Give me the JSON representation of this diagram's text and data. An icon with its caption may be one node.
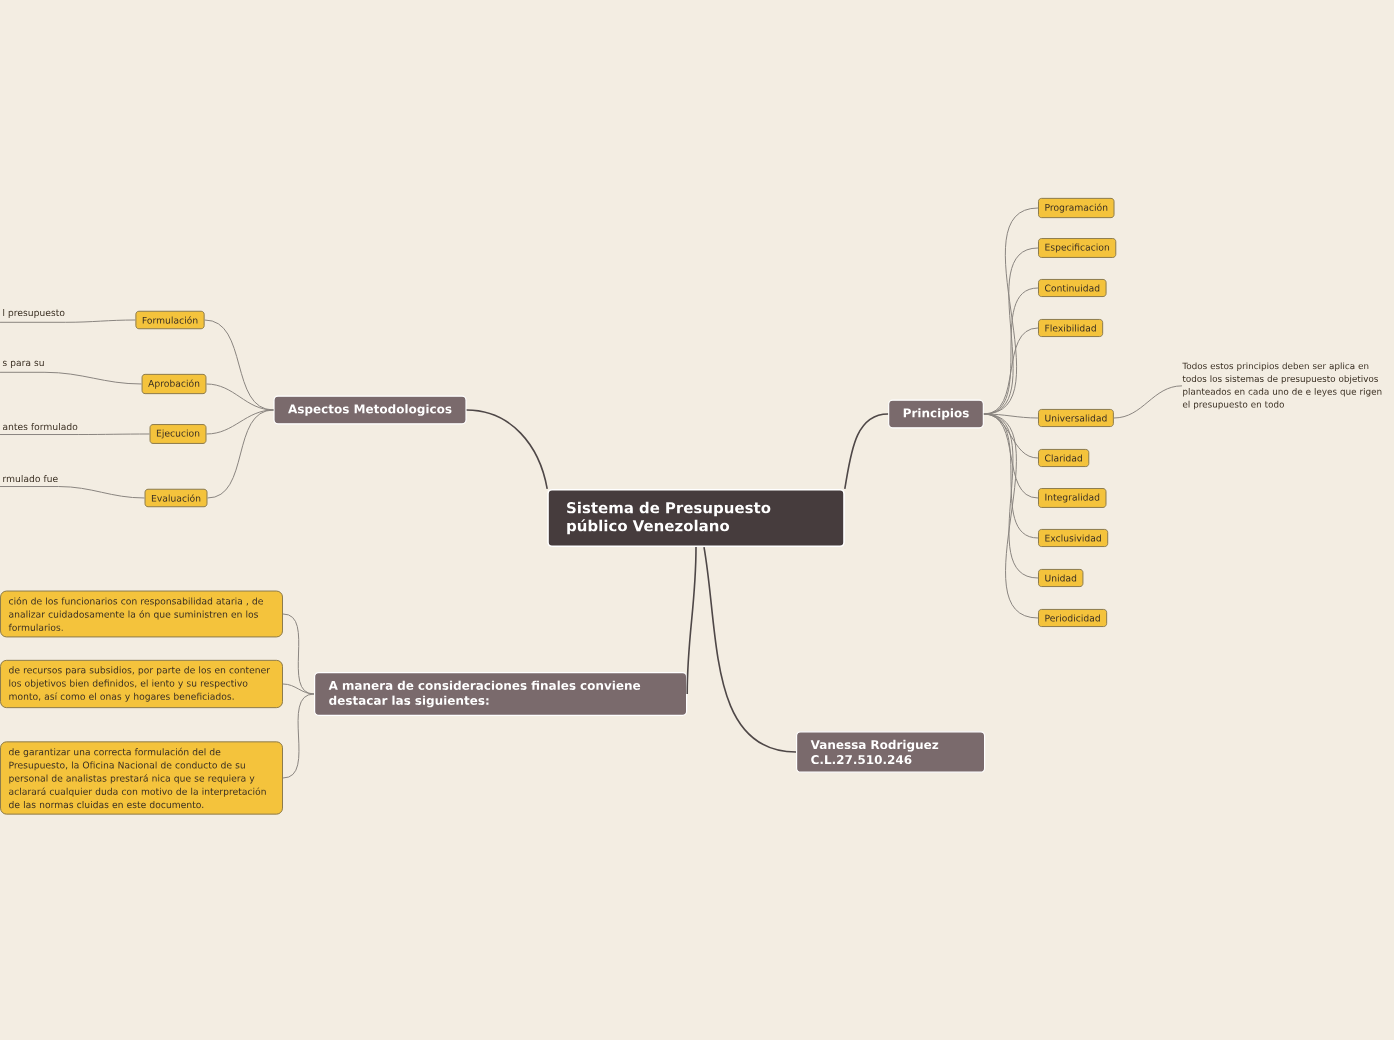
{
  "diagram": {
    "nodes": [
      {
        "text": [
          "Sistema de Presupuesto público Venezolano"
        ]
      },
      {
        "text": [
          "Aspectos Metodologicos"
        ]
      },
      {
        "text": [
          "Formulación"
        ]
      },
      {
        "text": [
          "l presupuesto"
        ]
      },
      {
        "text": [
          "Aprobación"
        ]
      },
      {
        "text": [
          "s para su"
        ]
      },
      {
        "text": [
          "Ejecucion"
        ]
      },
      {
        "text": [
          "antes formulado"
        ]
      },
      {
        "text": [
          "Evaluación"
        ]
      },
      {
        "text": [
          "rmulado fue"
        ]
      },
      {
        "text": [
          "Principios"
        ]
      },
      {
        "text": [
          "Programación"
        ]
      },
      {
        "text": [
          "Especificacion"
        ]
      },
      {
        "text": [
          "Continuidad"
        ]
      },
      {
        "text": [
          "Flexibilidad"
        ]
      },
      {
        "text": [
          "Universalidad"
        ]
      },
      {
        "text": [
          "Todos estos principios deben ser aplica en todos los sistemas de presupuesto objetivos planteados en cada uno de e leyes que rigen el presupuesto en todo"
        ]
      },
      {
        "text": [
          "Claridad"
        ]
      },
      {
        "text": [
          "Integralidad"
        ]
      },
      {
        "text": [
          "Exclusividad"
        ]
      },
      {
        "text": [
          "Unidad"
        ]
      },
      {
        "text": [
          "Periodicidad"
        ]
      },
      {
        "text": [
          "A manera de consideraciones finales conviene destacar las siguientes:"
        ]
      },
      {
        "text": [
          "ción de los funcionarios con responsabilidad ataria , de analizar cuidadosamente la ón que suministren en los formularios."
        ]
      },
      {
        "text": [
          "de recursos para subsidios, por parte de los en contener los objetivos bien definidos, el iento y su respectivo monto, así como el onas y hogares beneficiados."
        ]
      },
      {
        "text": [
          "de garantizar una correcta formulación del de Presupuesto, la Oficina Nacional de conducto de su personal de analistas prestará nica que se requiera y aclarará cualquier duda con motivo de la interpretación de las normas cluidas en este documento."
        ]
      },
      {
        "text": [
          "Vanessa Rodriguez C.L.27.510.246"
        ]
      }
    ],
    "edges": [
      {
        "from": 0,
        "to": 1,
        "arrow": "none"
      },
      {
        "from": 0,
        "to": 10,
        "arrow": "none"
      },
      {
        "from": 0,
        "to": 22,
        "arrow": "none"
      },
      {
        "from": 0,
        "to": 26,
        "arrow": "none"
      },
      {
        "from": 1,
        "to": 2,
        "arrow": "none"
      },
      {
        "from": 1,
        "to": 4,
        "arrow": "none"
      },
      {
        "from": 1,
        "to": 6,
        "arrow": "none"
      },
      {
        "from": 1,
        "to": 8,
        "arrow": "none"
      },
      {
        "from": 2,
        "to": 3,
        "arrow": "none"
      },
      {
        "from": 4,
        "to": 5,
        "arrow": "none"
      },
      {
        "from": 6,
        "to": 7,
        "arrow": "none"
      },
      {
        "from": 8,
        "to": 9,
        "arrow": "none"
      },
      {
        "from": 10,
        "to": 11,
        "arrow": "none"
      },
      {
        "from": 10,
        "to": 12,
        "arrow": "none"
      },
      {
        "from": 10,
        "to": 13,
        "arrow": "none"
      },
      {
        "from": 10,
        "to": 14,
        "arrow": "none"
      },
      {
        "from": 10,
        "to": 15,
        "arrow": "none"
      },
      {
        "from": 10,
        "to": 17,
        "arrow": "none"
      },
      {
        "from": 10,
        "to": 18,
        "arrow": "none"
      },
      {
        "from": 10,
        "to": 19,
        "arrow": "none"
      },
      {
        "from": 10,
        "to": 20,
        "arrow": "none"
      },
      {
        "from": 10,
        "to": 21,
        "arrow": "none"
      },
      {
        "from": 15,
        "to": 16,
        "arrow": "none"
      },
      {
        "from": 22,
        "to": 23,
        "arrow": "none"
      },
      {
        "from": 22,
        "to": 24,
        "arrow": "none"
      },
      {
        "from": 22,
        "to": 25,
        "arrow": "none"
      }
    ]
  }
}
